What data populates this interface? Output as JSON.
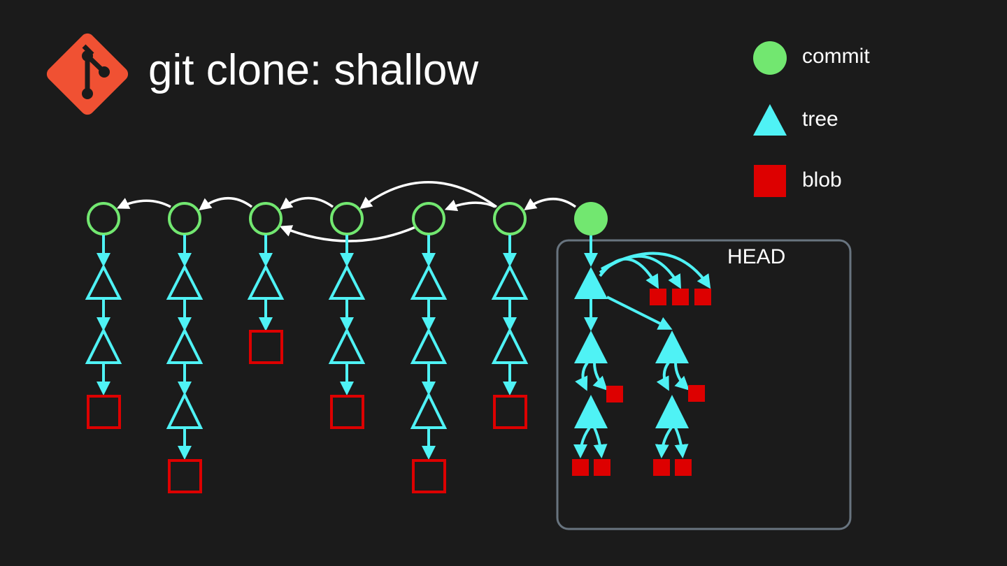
{
  "title": "git clone: shallow",
  "logo": {
    "name": "git-logo-icon",
    "color": "#f05133"
  },
  "legend": {
    "commit": "commit",
    "tree": "tree",
    "blob": "blob"
  },
  "head_label": "HEAD",
  "colors": {
    "background": "#1b1b1b",
    "commit": "#72e770",
    "tree": "#4ff2f5",
    "blob": "#dd0000",
    "edge": "#ffffff",
    "head_box": "#68747f"
  },
  "history": {
    "commits": [
      {
        "tree_depth": 2,
        "filled": false
      },
      {
        "tree_depth": 3,
        "filled": false
      },
      {
        "tree_depth": 1,
        "filled": false
      },
      {
        "tree_depth": 2,
        "filled": false
      },
      {
        "tree_depth": 3,
        "filled": false
      },
      {
        "tree_depth": 2,
        "filled": false
      },
      {
        "tree_depth": null,
        "filled": true
      }
    ],
    "head_tree": {
      "root_blobs": 3,
      "subtrees": [
        {
          "blobs": 1,
          "child_tree_blobs": 2
        },
        {
          "blobs": 1,
          "child_tree_blobs": 2
        }
      ]
    }
  }
}
